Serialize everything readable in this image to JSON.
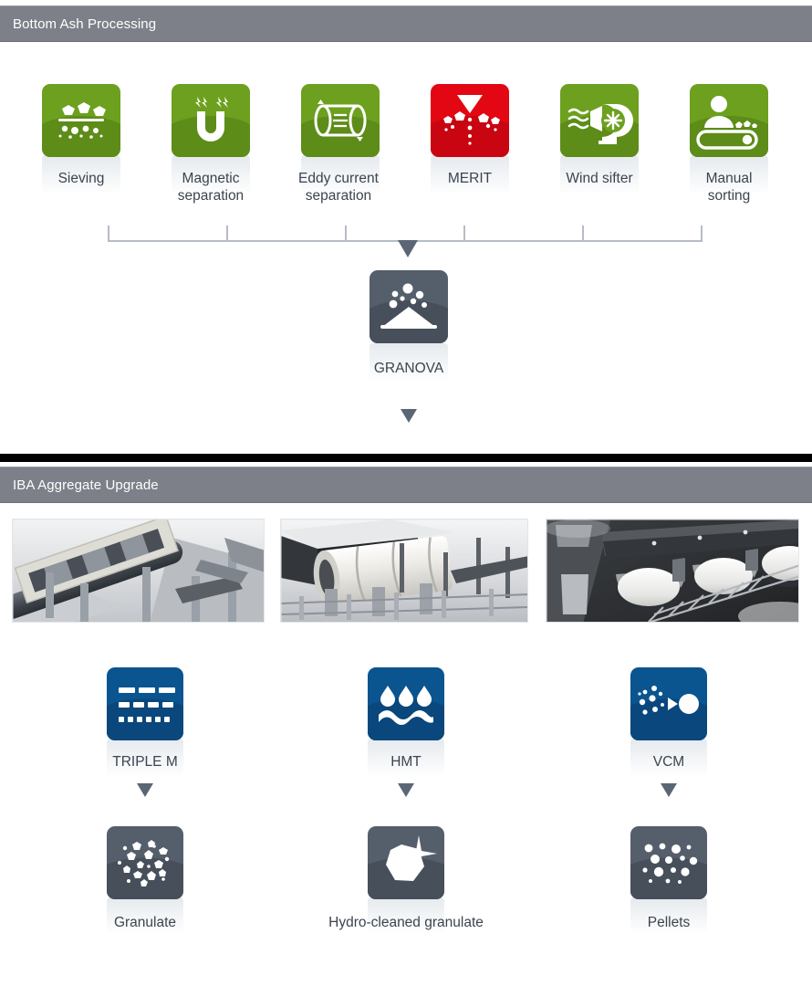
{
  "page": {
    "title": "Bottom Ash Processing / IBA Aggregate Upgrade process diagram"
  },
  "colors": {
    "green": "#6ca01e",
    "green_dark": "#5d8c18",
    "red": "#e30613",
    "red_dark": "#c90511",
    "blue": "#0a5490",
    "blue_dark": "#09477c",
    "slate": "#555f6b",
    "slate_dark": "#464f5a",
    "bar_gray": "#7d8088",
    "line_gray": "#b6bcc6",
    "arrow_gray": "#5b6675",
    "text": "#3b4450",
    "black": "#000000"
  },
  "sections": [
    {
      "id": "bottom-ash-processing",
      "title": "Bottom Ash Processing"
    },
    {
      "id": "iba-aggregate-upgrade",
      "title": "IBA Aggregate Upgrade"
    }
  ],
  "process_steps": [
    {
      "id": "sieving",
      "label": "Sieving",
      "icon": "sieving-icon",
      "color": "green"
    },
    {
      "id": "magnetic-separation",
      "label": "Magnetic\nseparation",
      "label_line1": "Magnetic",
      "label_line2": "separation",
      "icon": "magnet-icon",
      "color": "green"
    },
    {
      "id": "eddy-current",
      "label": "Eddy current\nseparation",
      "label_line1": "Eddy current",
      "label_line2": "separation",
      "icon": "eddy-current-icon",
      "color": "green"
    },
    {
      "id": "merit",
      "label": "MERIT",
      "icon": "merit-funnel-icon",
      "color": "red"
    },
    {
      "id": "wind-sifter",
      "label": "Wind sifter",
      "icon": "wind-sifter-icon",
      "color": "green"
    },
    {
      "id": "manual-sorting",
      "label": "Manual\nsorting",
      "label_line1": "Manual",
      "label_line2": "sorting",
      "icon": "manual-sorting-icon",
      "color": "green"
    }
  ],
  "granova": {
    "id": "granova",
    "label": "GRANOVA",
    "icon": "granova-pile-icon",
    "color": "slate"
  },
  "photos": [
    {
      "id": "photo-conveyor",
      "alt": "Conveyor and screening machinery 3D render"
    },
    {
      "id": "photo-drum",
      "alt": "Rotating wash drum 3D render"
    },
    {
      "id": "photo-pans",
      "alt": "Pan separator line 3D render"
    }
  ],
  "upgrade_units": [
    {
      "id": "triple-m",
      "label": "TRIPLE M",
      "icon": "triple-m-screen-icon",
      "color": "blue"
    },
    {
      "id": "hmt",
      "label": "HMT",
      "icon": "hmt-droplets-icon",
      "color": "blue"
    },
    {
      "id": "vcm",
      "label": "VCM",
      "icon": "vcm-separation-icon",
      "color": "blue"
    }
  ],
  "products": [
    {
      "id": "granulate",
      "label": "Granulate",
      "icon": "granulate-icon",
      "color": "slate"
    },
    {
      "id": "hydro-cleaned-granulate",
      "label": "Hydro-cleaned granulate",
      "icon": "hydro-granulate-icon",
      "color": "slate"
    },
    {
      "id": "pellets",
      "label": "Pellets",
      "icon": "pellets-icon",
      "color": "slate"
    }
  ]
}
